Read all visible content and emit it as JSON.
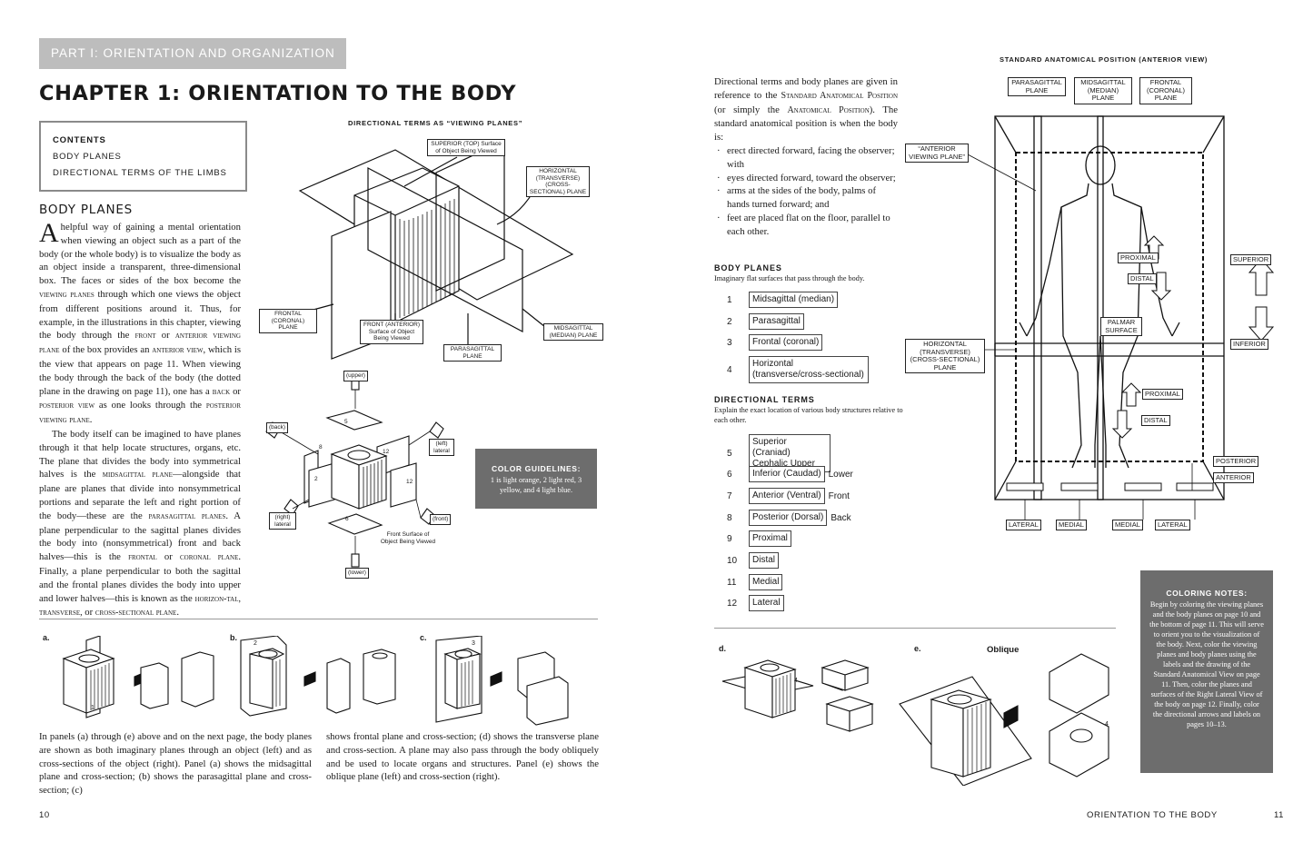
{
  "left_page": {
    "part_banner": "PART I: ORIENTATION AND ORGANIZATION",
    "chapter_title": "CHAPTER 1: ORIENTATION TO THE BODY",
    "contents": {
      "heading": "CONTENTS",
      "items": [
        "BODY PLANES",
        "DIRECTIONAL TERMS OF THE LIMBS"
      ]
    },
    "section_heading": "BODY PLANES",
    "para1_dropcap": "A",
    "para1_a": "helpful way of gaining a mental orientation when viewing an object such as a part of the body (or the whole body) is to visualize the body as an object inside a transparent, three-dimensional box. The faces or sides of the box become the ",
    "para1_sc1": "viewing planes",
    "para1_b": " through which one views the object from different positions around it. Thus, for example, in the illustrations in this chapter, viewing the body through the ",
    "para1_sc2": "front",
    "para1_c": " or ",
    "para1_sc3": "anterior viewing plane",
    "para1_d": " of the box provides an ",
    "para1_sc4": "anterior view",
    "para1_e": ", which is the view that appears on page 11. When viewing the body through the back of the body (the dotted plane in the drawing on page 11), one has a ",
    "para1_sc5": "back",
    "para1_f": " or ",
    "para1_sc6": "posterior view",
    "para1_g": " as one looks through the ",
    "para1_sc7": "posterior viewing plane",
    "para1_h": ".",
    "para2_a": "The body itself can be imagined to have planes through it that help locate structures, organs, etc. The plane that divides the body into symmetrical halves is the ",
    "para2_sc1": "midsagittal plane",
    "para2_b": "—alongside that plane are planes that divide into nonsymmetrical portions and separate the left and right portion of the body—these are the ",
    "para2_sc2": "parasagittal planes",
    "para2_c": ". A plane perpendicular to the sagittal planes divides the body into (nonsymmetrical) front and back halves—this is the ",
    "para2_sc3": "frontal",
    "para2_d": " or ",
    "para2_sc4": "coronal plane",
    "para2_e": ". Finally, a plane perpendicular to both the sagittal and the frontal planes divides the body into upper and lower halves—this is known as the ",
    "para2_sc5": "horizon-tal, transverse,",
    "para2_f": " or ",
    "para2_sc6": "cross-sectional plane",
    "para2_g": ".",
    "fig1": {
      "caption": "DIRECTIONAL TERMS AS “VIEWING PLANES”",
      "labels": {
        "superior": "SUPERIOR (TOP) Surface of Object Being Viewed",
        "horizontal": "HORIZONTAL (TRANSVERSE) (CROSS-SECTIONAL) PLANE",
        "frontal": "FRONTAL (CORONAL) PLANE",
        "front_anterior": "FRONT (ANTERIOR) Surface of Object Being Viewed",
        "midsagittal": "MIDSAGITTAL (MEDIAN) PLANE",
        "parasagittal": "PARASAGITTAL PLANE"
      }
    },
    "fig2": {
      "upper": "(upper)",
      "back": "(back)",
      "left_lateral": "(left) lateral",
      "right_lateral": "(right) lateral",
      "front": "(front)",
      "lower": "(lower)",
      "front_surface": "Front Surface of Object Being Viewed",
      "n5": "5",
      "n8": "8",
      "n12a": "12",
      "n2": "2",
      "n12b": "12",
      "n6": "6"
    },
    "color_guidelines": {
      "title": "COLOR GUIDELINES:",
      "text": "1 is light orange, 2 light red, 3 yellow, and 4 light blue."
    },
    "panels": {
      "a": "a.",
      "b": "b.",
      "c": "c.",
      "n1": "1",
      "n2": "2",
      "n3": "3"
    },
    "bottom_left": "In panels (a) through (e) above and on the next page, the body planes are shown as both imaginary planes through an object (left) and as cross-sections of the object (right). Panel (a) shows the midsagittal plane and cross-section; (b) shows the parasagittal plane and cross-section; (c)",
    "bottom_right": "shows frontal plane and cross-section; (d) shows the transverse plane and cross-section. A plane may also pass through the body obliquely and be used to locate organs and structures. Panel (e) shows the oblique plane (left) and cross-section (right).",
    "page_number": "10"
  },
  "right_page": {
    "intro_a": "Directional terms and body planes are given in reference to the ",
    "intro_sc1": "Standard Anatomical Position",
    "intro_b": " (or simply the ",
    "intro_sc2": "Anatomical Position",
    "intro_c": "). The standard anatomical position is when the body is:",
    "bullets": [
      "erect directed forward, facing the observer; with",
      "eyes directed forward, toward the observer;",
      "arms at the sides of the body, palms of hands turned forward; and",
      "feet are placed flat on the floor, parallel to each other."
    ],
    "body_planes_heading": "BODY PLANES",
    "body_planes_desc": "Imaginary flat surfaces that pass through the body.",
    "body_planes": [
      {
        "num": "1",
        "label": "Midsagittal (median)",
        "extra": ""
      },
      {
        "num": "2",
        "label": "Parasagittal",
        "extra": ""
      },
      {
        "num": "3",
        "label": "Frontal (coronal)",
        "extra": ""
      },
      {
        "num": "4",
        "label": "Horizontal (transverse/cross-sectional)",
        "extra": ""
      }
    ],
    "directional_heading": "DIRECTIONAL TERMS",
    "directional_desc": "Explain the exact location of various body structures relative to each other.",
    "directional_terms": [
      {
        "num": "5",
        "label": "Superior (Craniad) Cephalic Upper",
        "extra": ""
      },
      {
        "num": "6",
        "label": "Inferior (Caudad)",
        "extra": "Lower"
      },
      {
        "num": "7",
        "label": "Anterior (Ventral)",
        "extra": "Front"
      },
      {
        "num": "8",
        "label": "Posterior (Dorsal)",
        "extra": "Back"
      },
      {
        "num": "9",
        "label": "Proximal",
        "extra": ""
      },
      {
        "num": "10",
        "label": "Distal",
        "extra": ""
      },
      {
        "num": "11",
        "label": "Medial",
        "extra": ""
      },
      {
        "num": "12",
        "label": "Lateral",
        "extra": ""
      }
    ],
    "std_position": {
      "caption": "STANDARD ANATOMICAL POSITION (ANTERIOR VIEW)",
      "parasagittal": "PARASAGITTAL PLANE",
      "midsagittal": "MIDSAGITTAL (MEDIAN) PLANE",
      "frontal": "FRONTAL (CORONAL) PLANE",
      "anterior_viewing": "“ANTERIOR VIEWING PLANE”",
      "horizontal": "HORIZONTAL (TRANSVERSE) (CROSS-SECTIONAL) PLANE",
      "proximal_upper": "PROXIMAL",
      "distal_upper": "DISTAL",
      "palmar": "PALMAR SURFACE",
      "proximal_lower": "PROXIMAL",
      "distal_lower": "DISTAL",
      "superior": "SUPERIOR",
      "inferior": "INFERIOR",
      "posterior": "POSTERIOR",
      "anterior": "ANTERIOR",
      "lateral_l": "LATERAL",
      "medial_l": "MEDIAL",
      "medial_r": "MEDIAL",
      "lateral_r": "LATERAL"
    },
    "coloring_notes": {
      "title": "COLORING NOTES:",
      "text": "Begin by coloring the viewing planes and the body planes on page 10 and the bottom of page 11. This will serve to orient you to the visualization of the body. Next, color the viewing planes and body planes using the labels and the drawing of the Standard Anatomical View on page 11. Then, color the planes and surfaces of the Right Lateral View of the body on page 12. Finally, color the directional arrows and labels on pages 10–13."
    },
    "panels": {
      "d": "d.",
      "e": "e.",
      "oblique": "Oblique",
      "n4": "4"
    },
    "running_head": "ORIENTATION TO THE BODY",
    "page_number": "11"
  }
}
